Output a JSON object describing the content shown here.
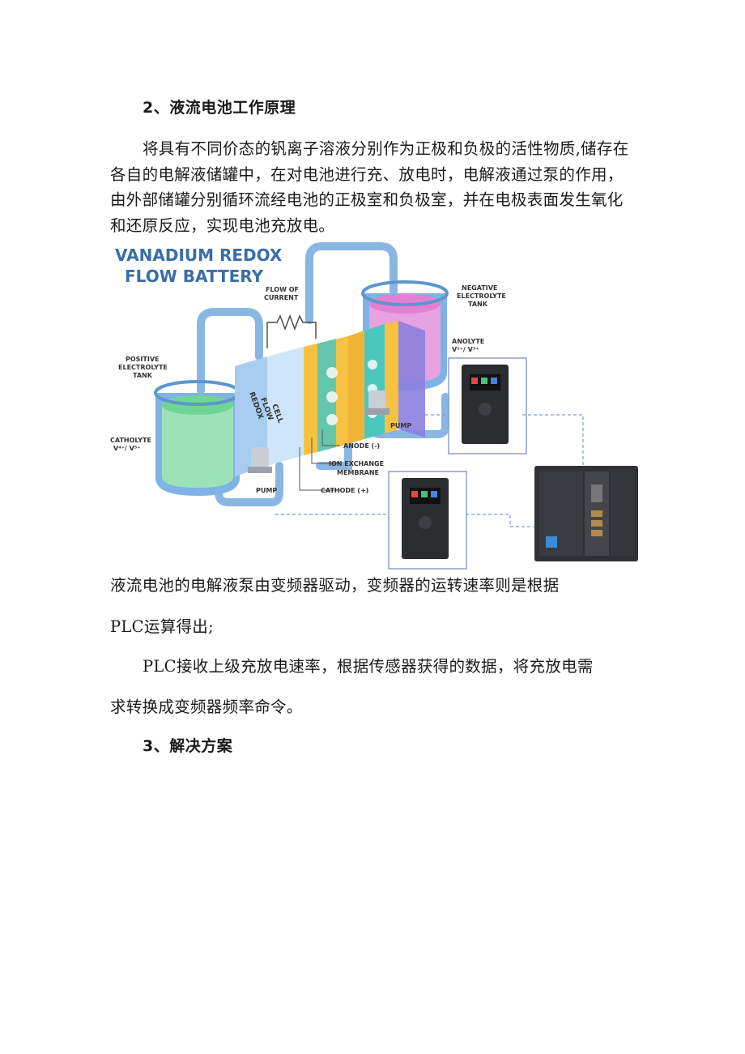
{
  "section2": {
    "heading": "2、液流电池工作原理",
    "paragraph": "将具有不同价态的钒离子溶液分别作为正极和负极的活性物质,储存在各自的电解液储罐中，在对电池进行充、放电时，电解液通过泵的作用，由外部储罐分别循环流经电池的正极室和负极室，并在电极表面发生氧化和还原反应，实现电池充放电。"
  },
  "diagram": {
    "title_line1": "VANADIUM REDOX",
    "title_line2": "FLOW BATTERY",
    "flow_of_current_1": "FLOW OF",
    "flow_of_current_2": "CURRENT",
    "negative_tank_1": "NEGATIVE",
    "negative_tank_2": "ELECTROLYTE",
    "negative_tank_3": "TANK",
    "positive_tank_1": "POSITIVE",
    "positive_tank_2": "ELECTROLYTE",
    "positive_tank_3": "TANK",
    "anolyte_1": "ANOLYTE",
    "anolyte_2": "V²⁺/ V³⁺",
    "catholyte_1": "CATHOLYTE",
    "catholyte_2": "V⁴⁺/ V⁵⁺",
    "cell_1": "REDOX",
    "cell_2": "FLOW",
    "cell_3": "CELL",
    "pump_right": "PUMP",
    "pump_left": "PUMP",
    "anode": "ANODE (-)",
    "ion_exchange_1": "ION EXCHANGE",
    "ion_exchange_2": "MEMBRANE",
    "cathode": "CATHODE (+)",
    "colors": {
      "pipe": "#8ab6e3",
      "tank_outer": "#7fb3e6",
      "negative_liquid": "#e989d8",
      "positive_liquid": "#8fe0a8",
      "cell_yellow": "#f5c242",
      "cell_teal": "#4cc7c0",
      "membrane": "#8c7fe0",
      "device_dark": "#2b2d31"
    }
  },
  "text_after": {
    "line1": "液流电池的电解液泵由变频器驱动，变频器的运转速率则是根据",
    "line2": "PLC运算得出;",
    "line3": "PLC接收上级充放电速率，根据传感器获得的数据，将充放电需",
    "line4": "求转换成变频器频率命令。"
  },
  "section3": {
    "heading": "3、解决方案"
  }
}
